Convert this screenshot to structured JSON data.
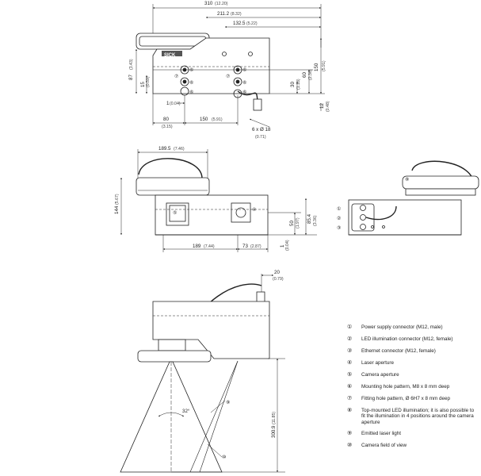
{
  "brand": "SICK",
  "top_view": {
    "dims": {
      "overall_width": "310",
      "overall_width_in": "(12.20)",
      "width_211": "211.2",
      "width_211_in": "(8.32)",
      "width_132": "132.5",
      "width_132_in": "(5.22)",
      "height_87": "87",
      "height_87_in": "(3.43)",
      "height_15": "15",
      "height_15_in": "(0.59)",
      "gap_1": "1",
      "gap_1_in": "(0.04)",
      "offset_80": "80",
      "offset_80_in": "(3.15)",
      "offset_150": "150",
      "offset_150_in": "(5.91)",
      "hole_6x18": "6 x Ø 18",
      "hole_6x18_in": "(0.71)",
      "h_30": "30",
      "h_30_in": "(1.18)",
      "h_60": "60",
      "h_60_in": "(2.36)",
      "h_150": "150",
      "h_150_in": "(5.91)",
      "h_12": "12",
      "h_12_in": "(0.48)"
    },
    "callouts": [
      "⑥",
      "⑦",
      "⑥",
      "⑦",
      "⑥",
      "⑥",
      "⑥",
      "⑥"
    ]
  },
  "side_view": {
    "dims": {
      "width_189_5": "189.5",
      "width_189_5_in": "(7.46)",
      "height_144": "144",
      "height_144_in": "(5.67)",
      "width_189": "189",
      "width_189_in": "(7.44)",
      "width_73": "73",
      "width_73_in": "(2.87)",
      "h_50": "50",
      "h_50_in": "(1.97)",
      "h_85_4": "85.4",
      "h_85_4_in": "(3.36)",
      "gap_1": "1",
      "gap_1_in": "(0.04)"
    },
    "callouts": [
      "⑤",
      "④"
    ]
  },
  "end_view": {
    "callouts": [
      "⑧",
      "①",
      "②",
      "③"
    ]
  },
  "fov_view": {
    "dims": {
      "width_20": "20",
      "width_20_in": "(0.79)",
      "height_300": "300.9",
      "height_300_in": "(11.85)",
      "angle": "32°"
    },
    "callouts": [
      "⑨",
      "⑩"
    ]
  },
  "legend": [
    {
      "num": "①",
      "text": "Power supply connector (M12, male)"
    },
    {
      "num": "②",
      "text": "LED illumination connector (M12, female)"
    },
    {
      "num": "③",
      "text": "Ethernet connector (M12, female)"
    },
    {
      "num": "④",
      "text": "Laser aperture"
    },
    {
      "num": "⑤",
      "text": "Camera aperture"
    },
    {
      "num": "⑥",
      "text": "Mounting hole pattern, M8 x 8 mm deep"
    },
    {
      "num": "⑦",
      "text": "Fitting hole pattern, Ø 6H7 x 8 mm deep"
    },
    {
      "num": "⑧",
      "text": "Top-mounted LED illumination; it is also possible to fit the illumination in 4 positions around the camera aperture"
    },
    {
      "num": "⑨",
      "text": "Emitted laser light"
    },
    {
      "num": "⑩",
      "text": "Camera field of view"
    }
  ]
}
